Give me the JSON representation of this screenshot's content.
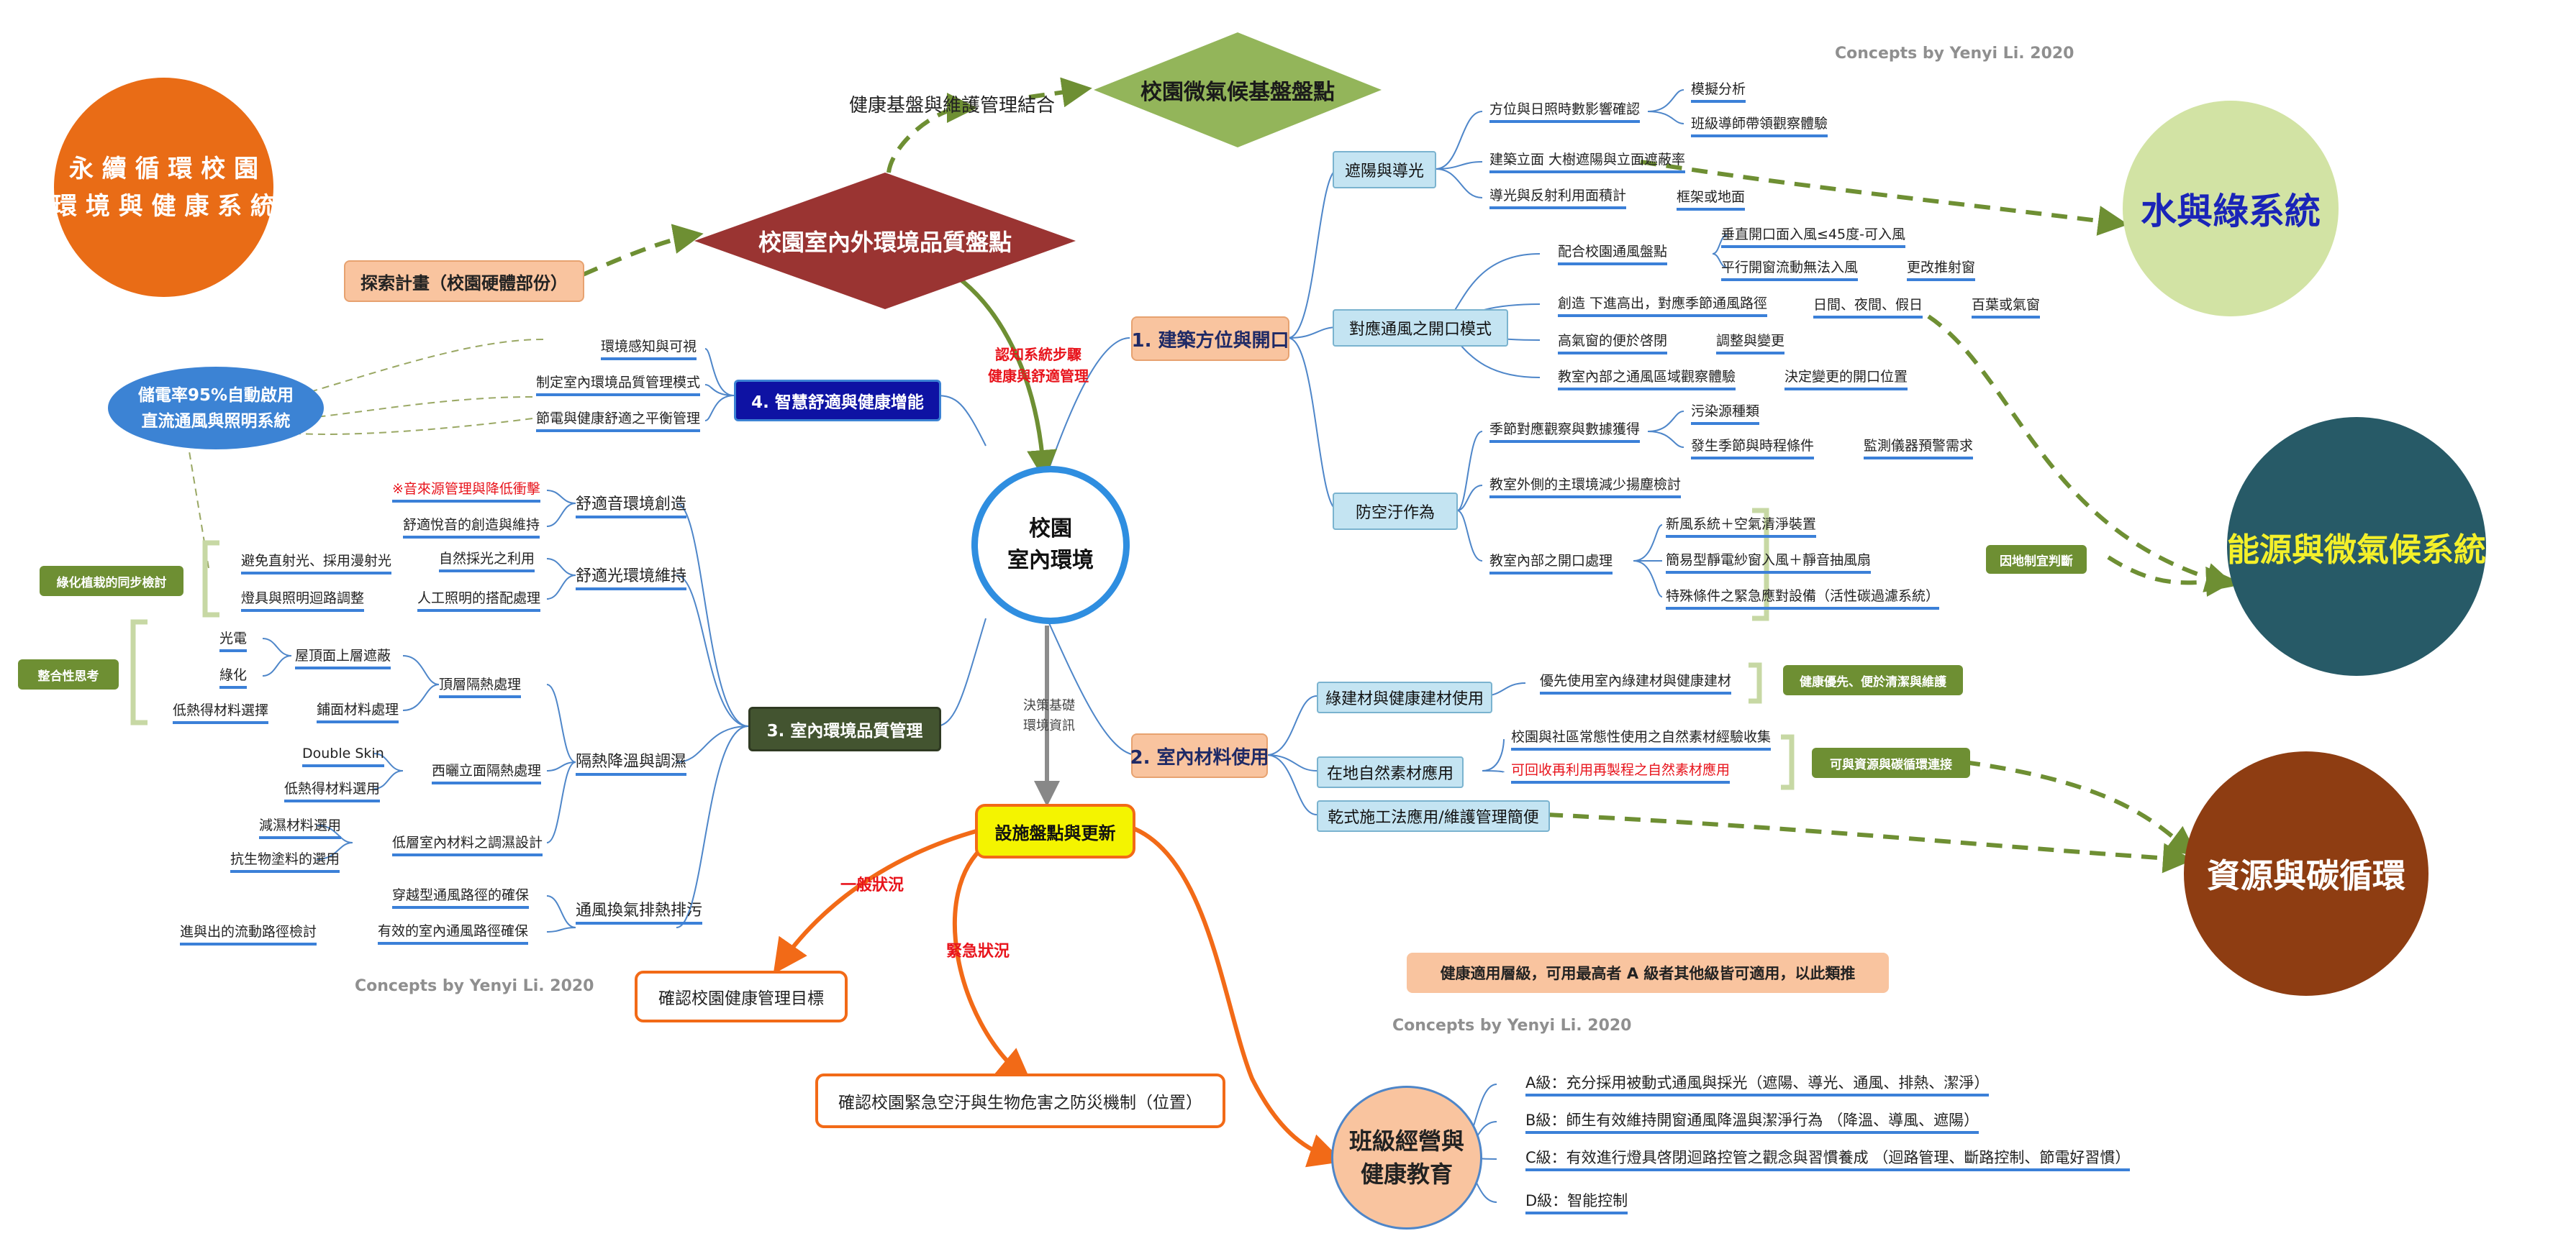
{
  "credits": [
    "Concepts by Yenyi Li. 2020",
    "Concepts by Yenyi Li. 2020",
    "Concepts by Yenyi Li. 2020"
  ],
  "center": "校園\n室內環境",
  "outer_circles": {
    "title": "永 續 循 環 校 園\n環 境 與 健 康 系 統",
    "water": "水與綠系統",
    "energy": "能源與微氣候系統",
    "resource": "資源與碳循環",
    "class_edu": "班級經營與\n健康教育"
  },
  "diamonds": {
    "micro": "校園微氣候基盤盤點",
    "indoor_quality": "校園室內外環境品質盤點"
  },
  "top_labels": {
    "health_link": "健康基盤與維護管理結合",
    "explore": "探索計畫（校園硬體部份）",
    "cog": "認知系統步驟\n健康與舒適管理",
    "decision": "決策基礎\n環境資訊"
  },
  "comfort_circle": "儲電率95%自動啟用\n直流通風與照明系統",
  "facility": "設施盤點與更新",
  "branch1": {
    "title": "1. 建築方位與開口",
    "shading": {
      "label": "遮陽與導光",
      "items": [
        "方位與日照時數影響確認",
        "建築立面 大樹遮陽與立面遮蔽率",
        "導光與反射利用面積計"
      ],
      "sub1": [
        "模擬分析",
        "班級導師帶領觀察體驗"
      ],
      "sub3": "框架或地面"
    },
    "vent": {
      "label": "對應通風之開口模式",
      "items": [
        "配合校園通風盤點",
        "創造 下進高出，對應季節通風路徑",
        "高氣窗的便於啓閉",
        "教室內部之通風區域觀察體驗"
      ],
      "sub1": [
        "垂直開口面入風≤45度-可入風",
        "平行開窗流動無法入風"
      ],
      "sub1b": "更改推射窗",
      "sub2": "日間、夜間、假日",
      "sub2b": "百葉或氣窗",
      "sub3": "調整與變更",
      "sub4": "決定變更的開口位置"
    },
    "pollution": {
      "label": "防空汙作為",
      "items": [
        "季節對應觀察與數據獲得",
        "教室外側的主環境減少揚塵檢討",
        "教室內部之開口處理"
      ],
      "sub1": [
        "污染源種類",
        "發生季節與時程條件"
      ],
      "sub1b": "監測儀器預警需求",
      "sub3": [
        "新風系統＋空氣清淨裝置",
        "簡易型靜電紗窗入風＋靜音抽風扇",
        "特殊條件之緊急應對設備（活性碳過濾系統）"
      ],
      "tag": "因地制宜判斷"
    }
  },
  "branch2": {
    "title": "2. 室內材料使用",
    "items": [
      "綠建材與健康建材使用",
      "在地自然素材應用",
      "乾式施工法應用/維護管理簡便"
    ],
    "sub1": "優先使用室內綠建材與健康建材",
    "sub2": [
      "校園與社區常態性使用之自然素材經驗收集",
      "可回收再利用再製程之自然素材應用"
    ],
    "tag1": "健康優先、便於清潔與維護",
    "tag2": "可與資源與碳循環連接"
  },
  "branch3": {
    "title": "3. 室內環境品質管理",
    "sound": {
      "label": "舒適音環境創造",
      "items": [
        "※音來源管理與降低衝擊",
        "舒適悅音的創造與維持"
      ]
    },
    "light": {
      "label": "舒適光環境維持",
      "items": [
        "自然採光之利用",
        "人工照明的搭配處理"
      ],
      "sub": [
        "避免直射光、採用漫射光",
        "燈具與照明迴路調整"
      ]
    },
    "heat": {
      "label": "隔熱降溫與調濕",
      "items": [
        "頂層隔熱處理",
        "西曬立面隔熱處理",
        "低層室內材料之調濕設計"
      ],
      "roof": [
        "屋頂面上層遮蔽",
        "鋪面材料處理"
      ],
      "roof_sub": [
        "光電",
        "綠化",
        "低熱得材料選擇"
      ],
      "west": [
        "Double Skin",
        "低熱得材料選用"
      ],
      "low": [
        "減濕材料選用",
        "抗生物塗料的選用"
      ]
    },
    "air": {
      "label": "通風換氣排熱排污",
      "items": [
        "穿越型通風路徑的確保",
        "有效的室內通風路徑確保"
      ],
      "sub": "進與出的流動路徑檢討"
    },
    "tag_green": "綠化植栽的同步檢討",
    "tag_integrate": "整合性思考"
  },
  "branch4": {
    "title": "4. 智慧舒適與健康增能",
    "items": [
      "環境感知與可視",
      "制定室內環境品質管理模式",
      "節電與健康舒適之平衡管理"
    ]
  },
  "facility_paths": {
    "normal": "一般狀況",
    "urgent": "緊急狀況",
    "goal": "確認校園健康管理目標",
    "emergency": "確認校園緊急空汙與生物危害之防災機制（位置）"
  },
  "levels_note": "健康適用層級，可用最高者 A 級者其他級皆可適用，以此類推",
  "levels": [
    "A級：充分採用被動式通風與採光（遮陽、導光、通風、排熱、潔淨）",
    "B級：師生有效維持開窗通風降溫與潔淨行為 （降溫、導風、遮陽）",
    "C級：有效進行燈具啓閉迴路控管之觀念與習慣養成 （迴路管理、斷路控制、節電好習慣）",
    "D級：智能控制"
  ],
  "colors": {
    "blue_line": "#3b80d8",
    "orange": "#f26a17",
    "olive": "#6e8f33",
    "peach": "#f9c49f",
    "light_blue": "#c4e4f2"
  }
}
